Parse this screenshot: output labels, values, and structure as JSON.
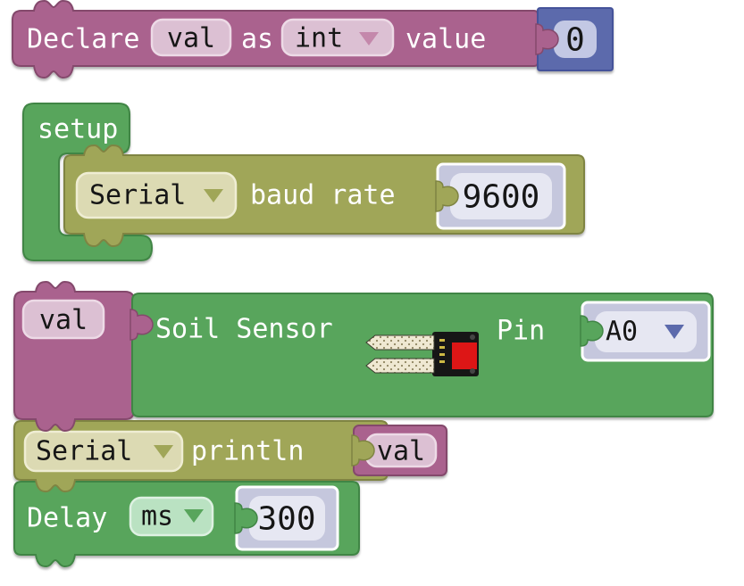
{
  "workspace": {
    "background": "#ffffff",
    "colors": {
      "variable_purple": "#aa628e",
      "pink_field": "#dcc0d3",
      "number_blue": "#5c6bac",
      "lavender_value_block": "#c5c7dd",
      "lavender_value_field": "#e6e7f2",
      "logic_green": "#58a55b",
      "mint_field": "#bae2c2",
      "serial_olive": "#a0a659",
      "khaki_field": "#dcdab3"
    }
  },
  "blocks": {
    "declare": {
      "keyword": "Declare",
      "variable": "val",
      "as_label": "as",
      "type": "int",
      "value_label": "value",
      "value": "0"
    },
    "setup": {
      "label": "setup"
    },
    "baud": {
      "port": "Serial",
      "label": "baud rate",
      "rate": "9600"
    },
    "soil": {
      "variable": "val",
      "label": "Soil Sensor",
      "pin_label": "Pin",
      "pin": "A0"
    },
    "println": {
      "port": "Serial",
      "label": "println",
      "arg": "val"
    },
    "delay": {
      "label": "Delay",
      "unit": "ms",
      "ms": "300"
    }
  }
}
